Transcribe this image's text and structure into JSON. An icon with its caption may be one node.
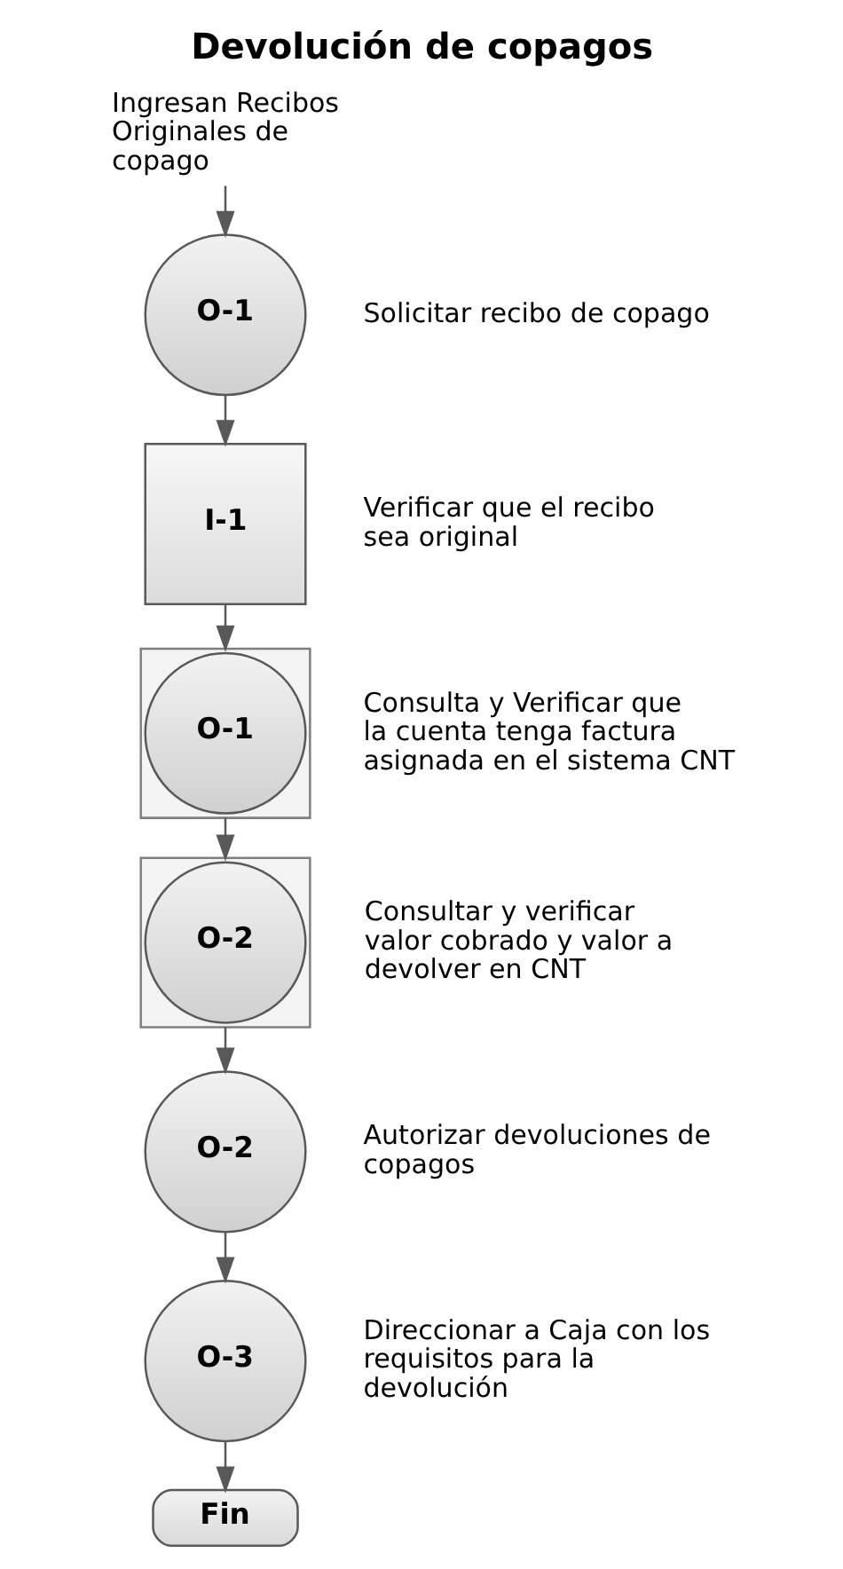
{
  "diagram": {
    "title": "Devolución de copagos",
    "nodes": [
      {
        "text": [
          "Ingresan Recibos Originales de copago"
        ]
      },
      {
        "text": [
          "O-1"
        ],
        "beside": [
          "Solicitar recibo de copago"
        ]
      },
      {
        "text": [
          "I-1"
        ],
        "beside": [
          "Verificar que el recibo sea original"
        ]
      },
      {
        "text": [],
        "shape": "box"
      },
      {
        "text": [
          "O-1"
        ],
        "in": 3,
        "beside": [
          "Consulta y Verificar que la cuenta tenga factura asignada en el sistema CNT"
        ]
      },
      {
        "text": [],
        "shape": "box"
      },
      {
        "text": [
          "O-2"
        ],
        "in": 5,
        "beside": [
          "Consultar y verificar valor cobrado y valor a devolver en CNT"
        ]
      },
      {
        "text": [
          "O-2"
        ],
        "beside": [
          "Autorizar devoluciones de copagos"
        ]
      },
      {
        "text": [
          "O-3"
        ],
        "beside": [
          "Direccionar a Caja con los requisitos para la devolución"
        ]
      },
      {
        "text": [
          "Fin"
        ]
      }
    ],
    "edges": [
      {
        "from": 0,
        "to": 1,
        "arrow": "to"
      },
      {
        "from": 1,
        "to": 2,
        "arrow": "to"
      },
      {
        "from": 2,
        "to": 3,
        "arrow": "to"
      },
      {
        "from": 3,
        "to": 5,
        "arrow": "to"
      },
      {
        "from": 5,
        "to": 7,
        "arrow": "to"
      },
      {
        "from": 7,
        "to": 8,
        "arrow": "to"
      },
      {
        "from": 8,
        "to": 9,
        "arrow": "to"
      }
    ]
  }
}
